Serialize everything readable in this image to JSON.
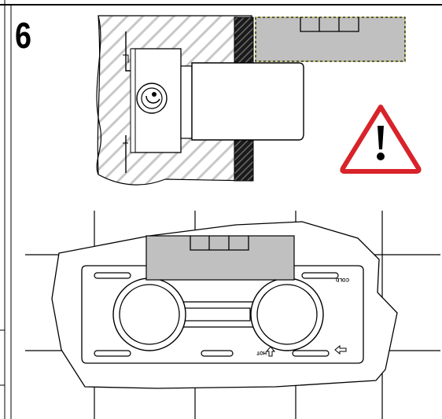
{
  "step": {
    "number": "6"
  },
  "labels": {
    "cold": "COLD",
    "hot": "HOT"
  },
  "colors": {
    "wall_hatch": "#c8c8c8",
    "cap_fill": "#c0c0c0",
    "cap_outline": "#d8d840",
    "warning_red": "#d8232a",
    "line": "#000000"
  },
  "icons": {
    "warning": "warning-triangle-icon",
    "hot_arrow": "arrow-up-icon",
    "cold_arrow": "arrow-left-icon"
  }
}
